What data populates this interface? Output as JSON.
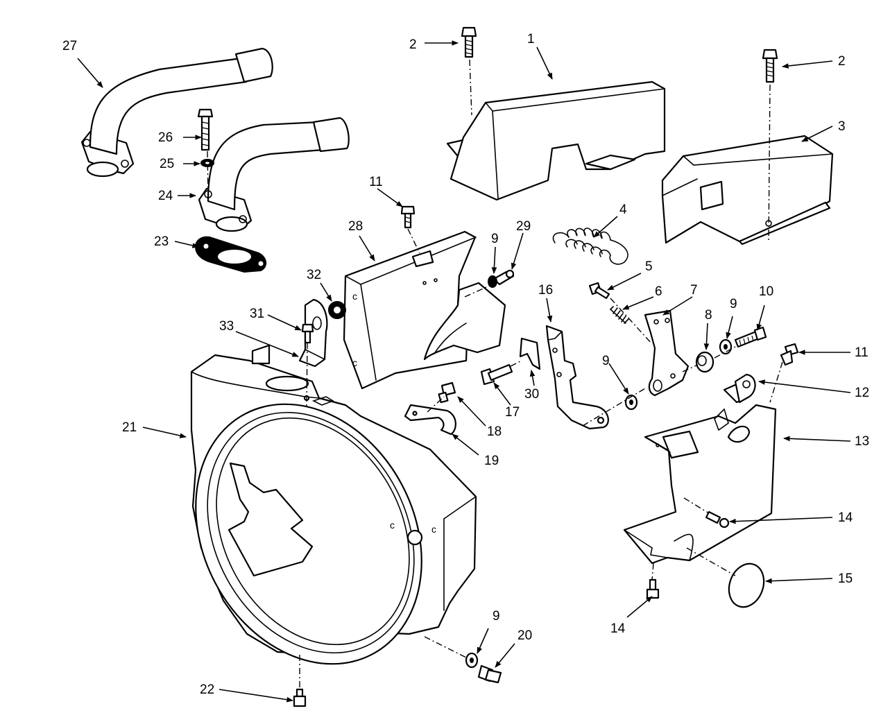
{
  "callouts": {
    "c1": "1",
    "c2a": "2",
    "c2b": "2",
    "c3": "3",
    "c4": "4",
    "c5": "5",
    "c6": "6",
    "c7": "7",
    "c8": "8",
    "c9a": "9",
    "c9b": "9",
    "c9c": "9",
    "c9d": "9",
    "c10": "10",
    "c11a": "11",
    "c11b": "11",
    "c12": "12",
    "c13": "13",
    "c14a": "14",
    "c14b": "14",
    "c15": "15",
    "c16": "16",
    "c17": "17",
    "c18": "18",
    "c19": "19",
    "c20": "20",
    "c21": "21",
    "c22": "22",
    "c23": "23",
    "c24": "24",
    "c25": "25",
    "c26": "26",
    "c27": "27",
    "c28": "28",
    "c29": "29",
    "c30": "30",
    "c31": "31",
    "c32": "32",
    "c33": "33"
  },
  "colors": {
    "line": "#000000",
    "background": "#ffffff"
  }
}
